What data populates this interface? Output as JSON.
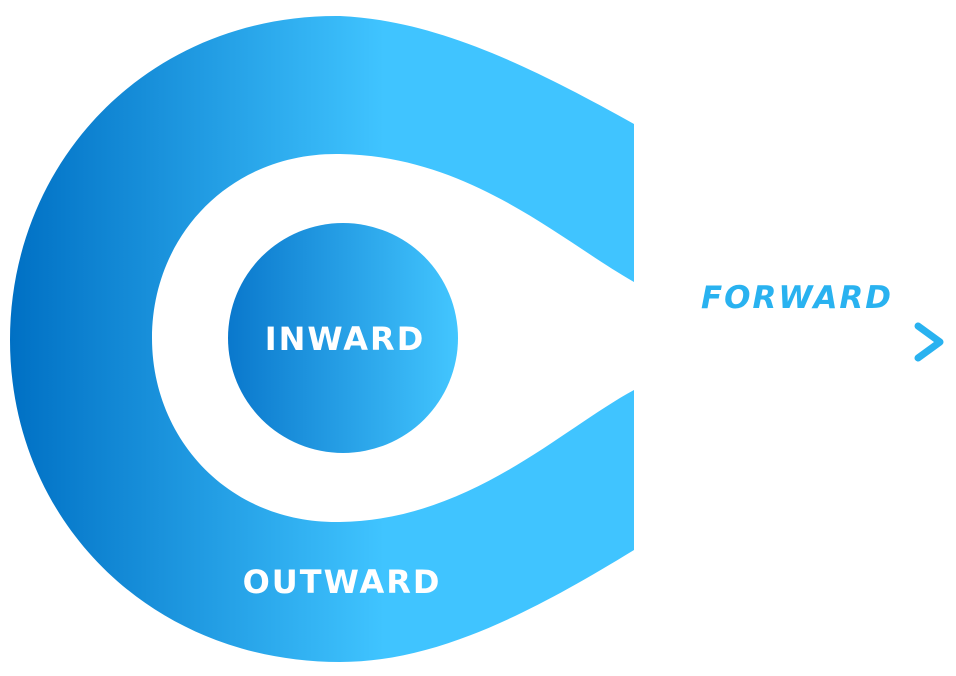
{
  "labels": {
    "inward": "INWARD",
    "outward": "OUTWARD",
    "forward": "FORWARD"
  },
  "colors": {
    "dark_blue": "#0070c4",
    "light_blue": "#40c4ff",
    "text_white": "#ffffff",
    "forward_text": "#29b2f0"
  }
}
